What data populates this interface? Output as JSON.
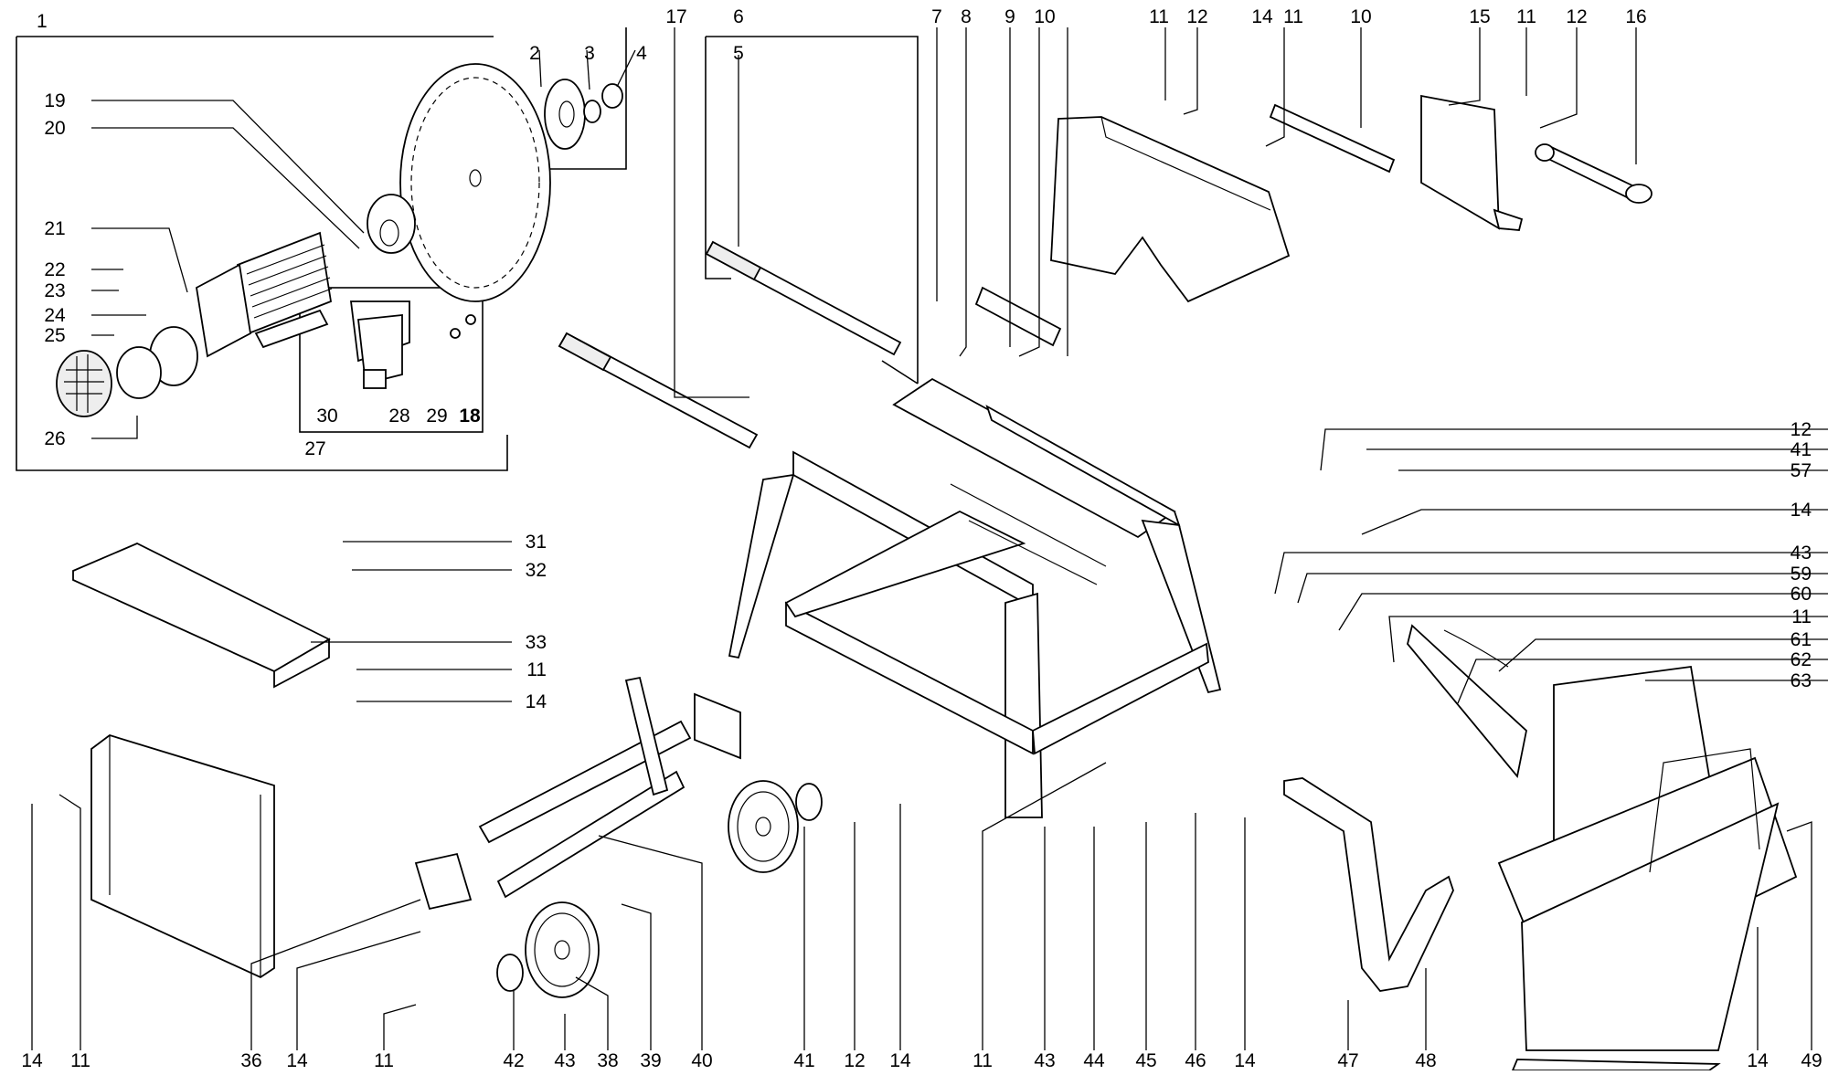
{
  "diagram": {
    "top_callouts": [
      "1",
      "17",
      "6",
      "7",
      "8",
      "9",
      "10",
      "11",
      "12",
      "14",
      "11",
      "10",
      "15",
      "11",
      "12",
      "16"
    ],
    "motor_group_callouts": [
      "2",
      "3",
      "4",
      "19",
      "20",
      "21",
      "22",
      "23",
      "24",
      "25",
      "26",
      "5",
      "30",
      "28",
      "29",
      "18",
      "27"
    ],
    "right_callouts": [
      "12",
      "41",
      "57",
      "14",
      "43",
      "59",
      "60",
      "11",
      "61",
      "62",
      "63"
    ],
    "left_callouts": [
      "31",
      "32",
      "33",
      "11",
      "14"
    ],
    "bottom_callouts": [
      "14",
      "11",
      "36",
      "14",
      "11",
      "42",
      "43",
      "38",
      "39",
      "40",
      "41",
      "12",
      "14",
      "11",
      "43",
      "44",
      "45",
      "46",
      "14",
      "47",
      "48",
      "14",
      "49"
    ]
  }
}
